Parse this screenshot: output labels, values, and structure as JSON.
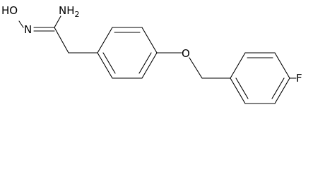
{
  "molecule": {
    "atom_labels": {
      "hydroxyl": "HO",
      "imine_n": "N",
      "amine": "NH",
      "amine_subscript": "2",
      "ether_o": "O",
      "fluorine": "F"
    },
    "line_color": "#000000"
  }
}
